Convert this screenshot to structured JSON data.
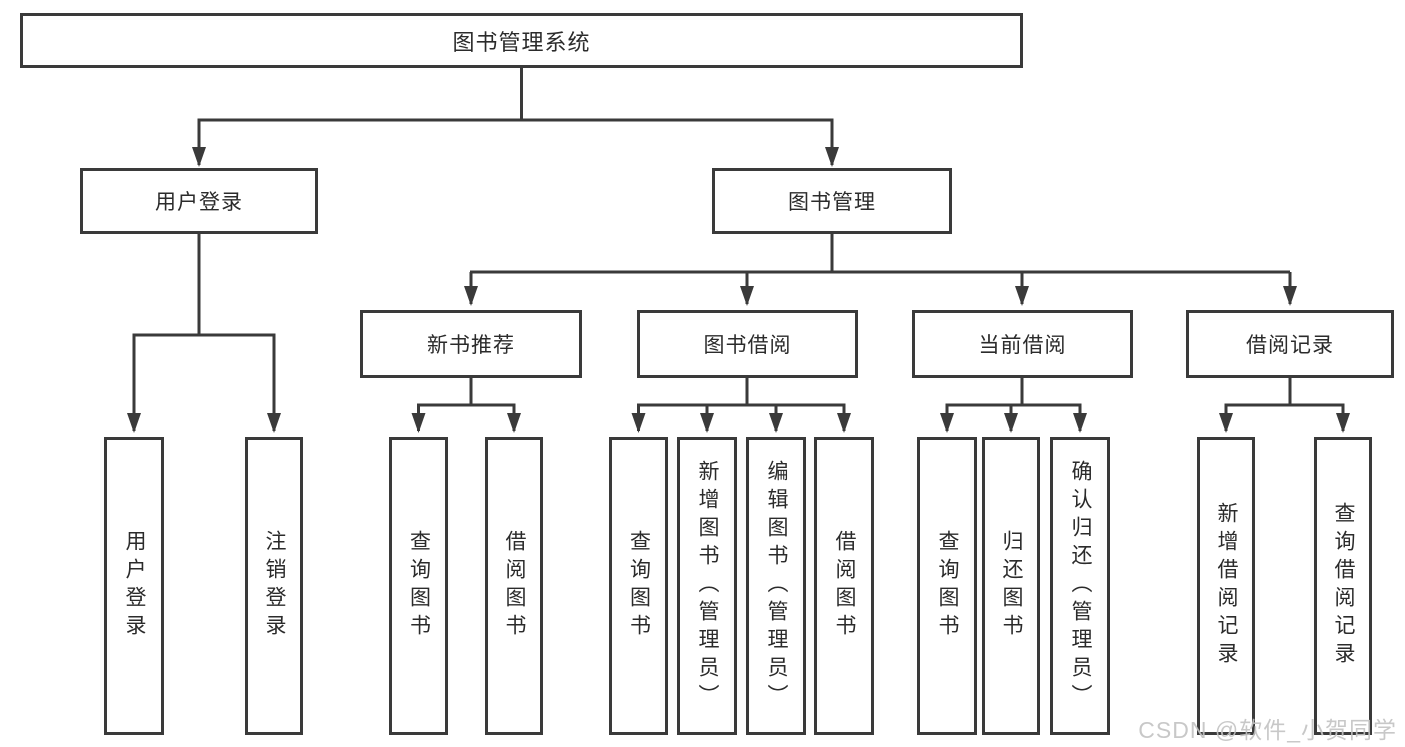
{
  "diagram": {
    "title_node": "图书管理系统",
    "tree": {
      "root": {
        "label": "图书管理系统"
      },
      "branches": [
        {
          "label": "用户登录",
          "children": [
            {
              "label": "用户登录"
            },
            {
              "label": "注销登录"
            }
          ]
        },
        {
          "label": "图书管理",
          "children": [
            {
              "label": "新书推荐",
              "children": [
                {
                  "label": "查询图书"
                },
                {
                  "label": "借阅图书"
                }
              ]
            },
            {
              "label": "图书借阅",
              "children": [
                {
                  "label": "查询图书"
                },
                {
                  "label": "新增图书（管理员）"
                },
                {
                  "label": "编辑图书（管理员）"
                },
                {
                  "label": "借阅图书"
                }
              ]
            },
            {
              "label": "当前借阅",
              "children": [
                {
                  "label": "查询图书"
                },
                {
                  "label": "归还图书"
                },
                {
                  "label": "确认归还（管理员）"
                }
              ]
            },
            {
              "label": "借阅记录",
              "children": [
                {
                  "label": "新增借阅记录"
                },
                {
                  "label": "查询借阅记录"
                }
              ]
            }
          ]
        }
      ]
    }
  },
  "watermark": {
    "text": "CSDN @软件_小贺同学"
  },
  "colors": {
    "line": "#3a3a3a",
    "text": "#2b2b2b",
    "watermark": "#c3c3c3",
    "background": "#ffffff"
  }
}
